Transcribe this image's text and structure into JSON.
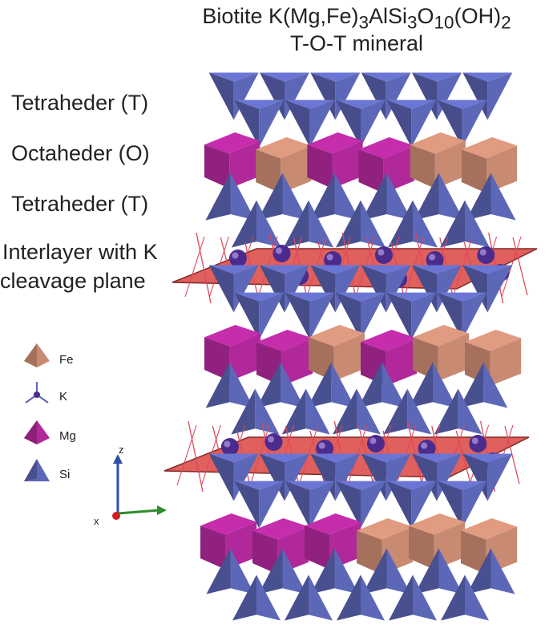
{
  "title": {
    "line1_prefix": "Biotite K(Mg,Fe)",
    "line1_sub1": "3",
    "line1_mid1": "AlSi",
    "line1_sub2": "3",
    "line1_mid2": "O",
    "line1_sub3": "10",
    "line1_mid3": "(OH)",
    "line1_sub4": "2",
    "line2": "T-O-T mineral"
  },
  "layer_labels": {
    "tetra_top": "Tetraheder (T)",
    "octa": "Octaheder (O)",
    "tetra_bottom": "Tetraheder (T)",
    "interlayer_line1": "Interlayer with K",
    "interlayer_line2": "cleavage plane"
  },
  "legend": {
    "fe": "Fe",
    "k": "K",
    "mg": "Mg",
    "si": "Si"
  },
  "axes": {
    "z": "z",
    "x": "x"
  },
  "colors": {
    "fe": "#c98a72",
    "mg": "#b0289a",
    "si": "#5d67b8",
    "k": "#4b2c8c",
    "plane": "#d9443f",
    "bond": "#e0485a",
    "axis_z": "#2f4fa8",
    "axis_y": "#2e8b2e",
    "axis_x": "#d01f1f"
  }
}
